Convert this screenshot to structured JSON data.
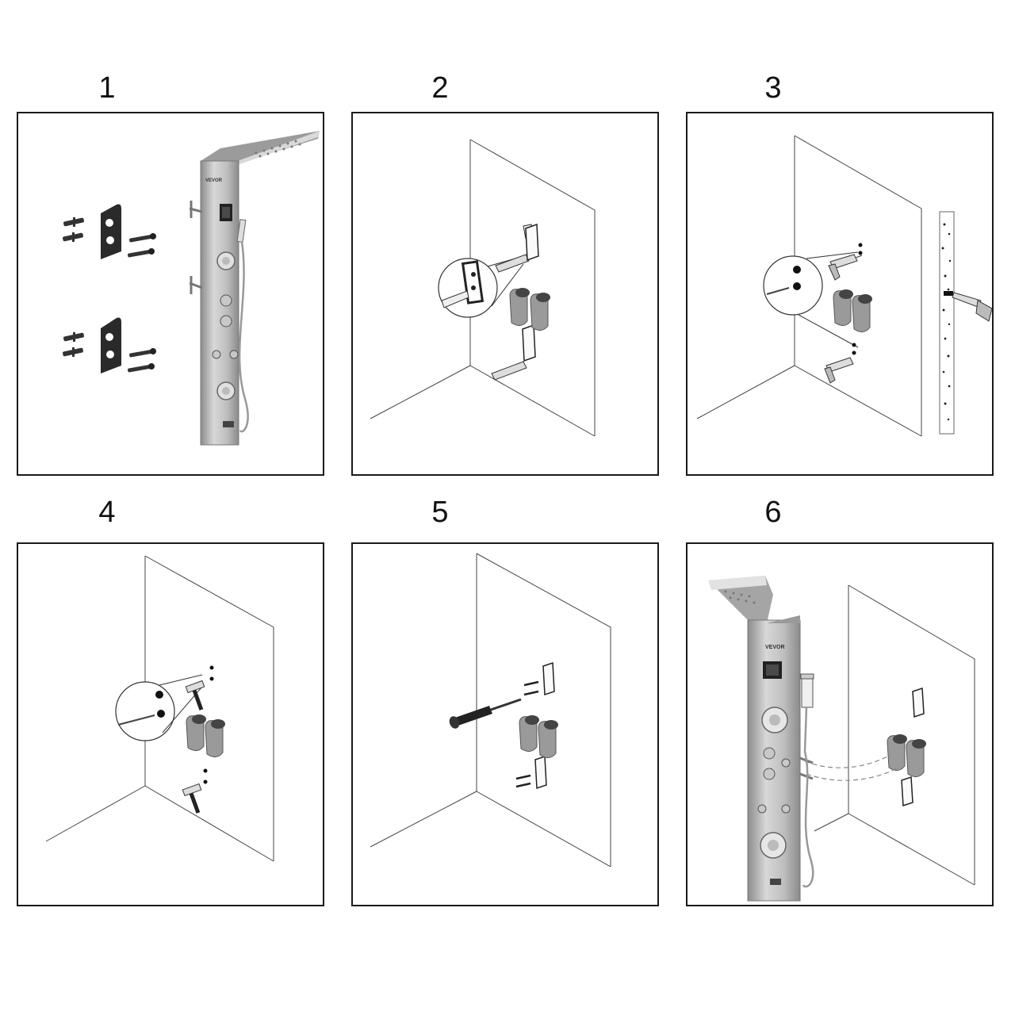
{
  "steps": [
    {
      "number": "1",
      "brand": "VEVOR"
    },
    {
      "number": "2"
    },
    {
      "number": "3"
    },
    {
      "number": "4"
    },
    {
      "number": "5"
    },
    {
      "number": "6",
      "brand": "VEVOR"
    }
  ],
  "colors": {
    "frame": "#1a1a1a",
    "steel_light": "#d6d6d6",
    "steel_mid": "#a9a9a9",
    "steel_dark": "#6e6e6e",
    "bracket": "#2a2a2a"
  }
}
